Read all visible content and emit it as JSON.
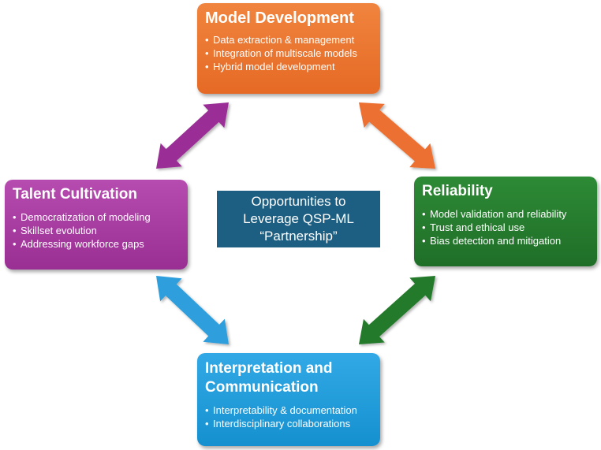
{
  "center": {
    "lines": [
      "Opportunities to",
      "Leverage QSP-ML",
      "“Partnership”"
    ]
  },
  "boxes": {
    "model_development": {
      "title": "Model Development",
      "items": [
        "Data extraction & management",
        "Integration of multiscale models",
        "Hybrid model development"
      ],
      "color": "#ea742e"
    },
    "talent_cultivation": {
      "title": "Talent Cultivation",
      "items": [
        "Democratization of modeling",
        "Skillset evolution",
        "Addressing workforce gaps"
      ],
      "color": "#a83ca2"
    },
    "reliability": {
      "title": "Reliability",
      "items": [
        "Model validation and reliability",
        "Trust and ethical use",
        "Bias detection and mitigation"
      ],
      "color": "#267d2f"
    },
    "interpretation": {
      "title_line1": "Interpretation and",
      "title_line2": "Communication",
      "items": [
        "Interpretability & documentation",
        "Interdisciplinary collaborations"
      ],
      "color": "#219ddb"
    }
  },
  "arrows": {
    "model_talent_color": "#9b2f96",
    "model_reliability_color": "#ec7030",
    "reliability_interp_color": "#237a2b",
    "talent_interp_color": "#2f9fdc"
  }
}
